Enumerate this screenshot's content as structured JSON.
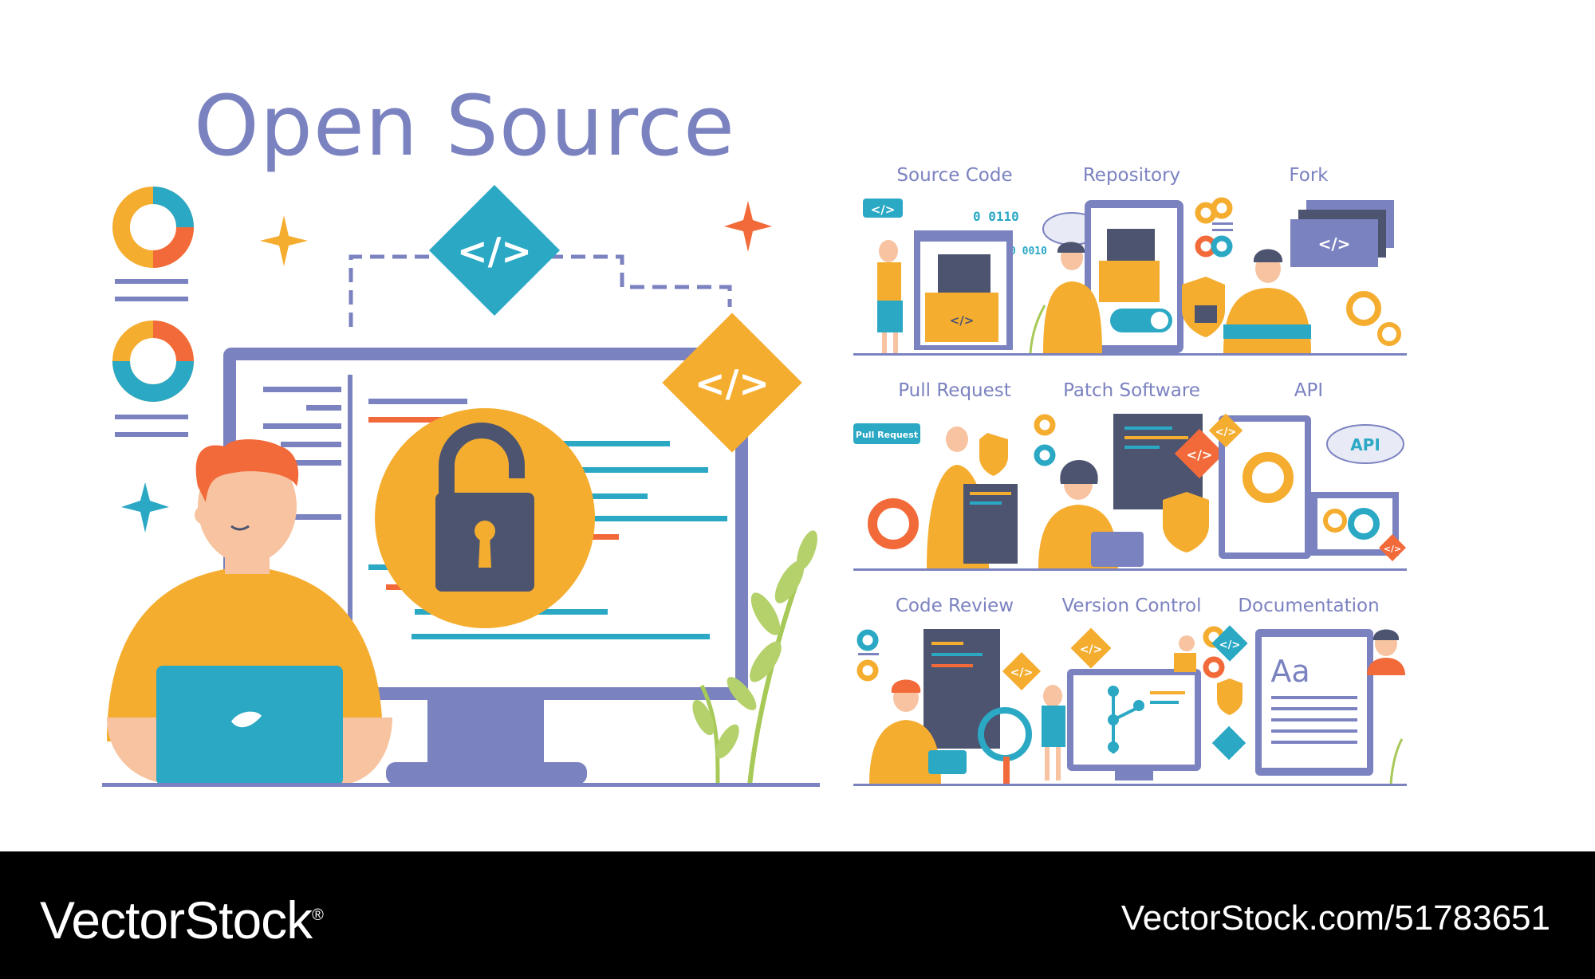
{
  "title": "Open Source",
  "hero": {
    "code_tag": "</>",
    "code_tag_badge": "</>"
  },
  "panels": [
    {
      "label": "Source Code",
      "extras": [
        "</>",
        "0 0110",
        "0 0010",
        "</>"
      ]
    },
    {
      "label": "Repository"
    },
    {
      "label": "Fork",
      "extras": [
        "</>"
      ]
    },
    {
      "label": "Pull Request",
      "extras": [
        "Pull Request"
      ]
    },
    {
      "label": "Patch Software",
      "extras": [
        "</>"
      ]
    },
    {
      "label": "API",
      "extras": [
        "</>",
        "API",
        "</>"
      ]
    },
    {
      "label": "Code Review",
      "extras": [
        "</>"
      ]
    },
    {
      "label": "Version Control",
      "extras": [
        "</>"
      ]
    },
    {
      "label": "Documentation",
      "extras": [
        "</>",
        "Aa"
      ]
    }
  ],
  "footer": {
    "brand": "VectorStock",
    "brand_registered": "®",
    "image_url": "VectorStock.com/51783651"
  },
  "colors": {
    "title_purple": "#7b82c0",
    "teal": "#2aa8c4",
    "orange": "#f5ad30",
    "red_orange": "#f26a3a",
    "slate": "#4c5470",
    "footer_black": "#000000"
  }
}
